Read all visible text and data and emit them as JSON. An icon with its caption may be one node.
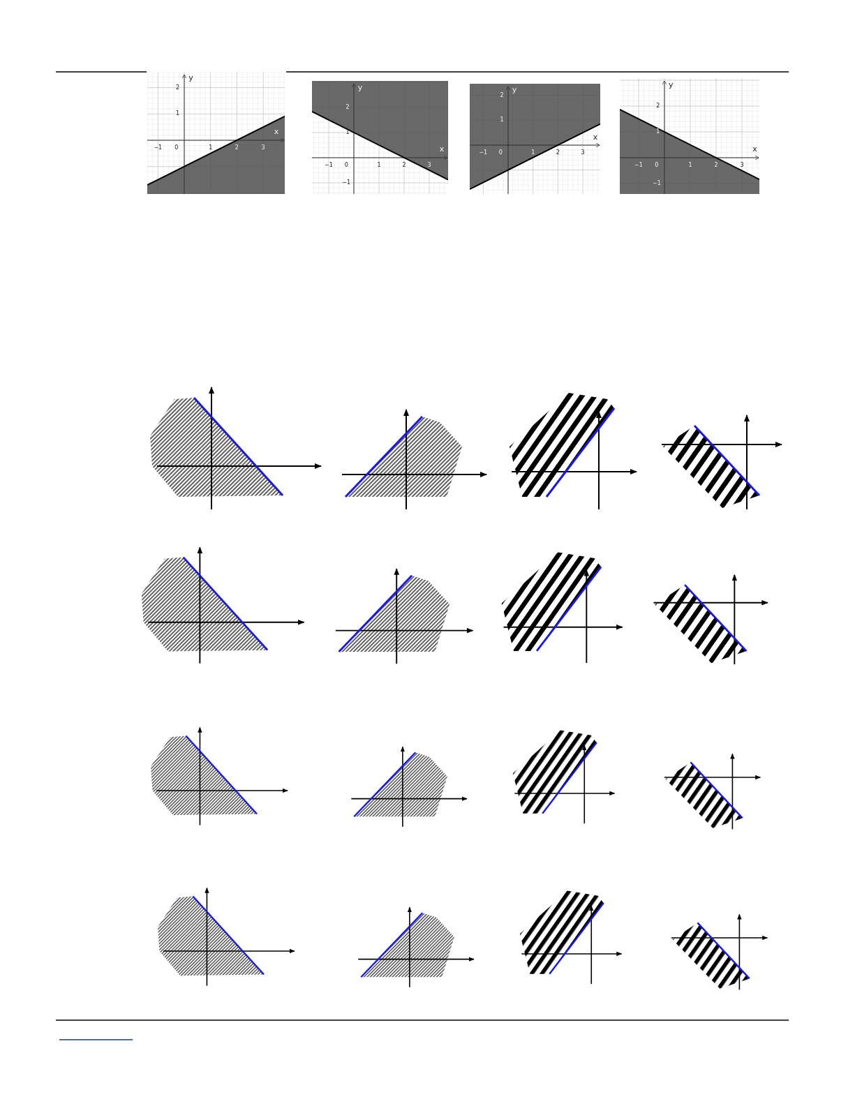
{
  "diagram": {
    "labels": [
      "y",
      "2",
      "1",
      "x",
      "−1",
      "0",
      "1",
      "2",
      "3",
      "y",
      "2",
      "1",
      "x",
      "−1",
      "0",
      "1",
      "2",
      "3",
      "−1",
      "y",
      "2",
      "1",
      "x",
      "−1",
      "0",
      "1",
      "2",
      "3",
      "y",
      "2",
      "1",
      "x",
      "−1",
      "0",
      "1",
      "2",
      "3",
      "−1"
    ]
  }
}
